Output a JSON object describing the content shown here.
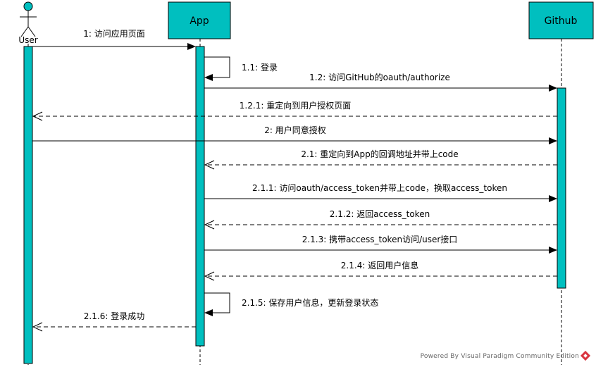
{
  "participants": {
    "user": "User",
    "app": "App",
    "github": "Github"
  },
  "messages": [
    {
      "label": "1: 访问应用页面"
    },
    {
      "label": "1.1: 登录"
    },
    {
      "label": "1.2: 访问GitHub的oauth/authorize"
    },
    {
      "label": "1.2.1: 重定向到用户授权页面"
    },
    {
      "label": "2: 用户同意授权"
    },
    {
      "label": "2.1: 重定向到App的回调地址并带上code"
    },
    {
      "label": "2.1.1: 访问oauth/access_token并带上code，换取access_token"
    },
    {
      "label": "2.1.2: 返回access_token"
    },
    {
      "label": "2.1.3: 携带access_token访问/user接口"
    },
    {
      "label": "2.1.4: 返回用户信息"
    },
    {
      "label": "2.1.5: 保存用户信息，更新登录状态"
    },
    {
      "label": "2.1.6: 登录成功"
    }
  ],
  "footer": "Powered By Visual Paradigm Community Edition",
  "colors": {
    "participant_fill": "#00BFBF",
    "stroke": "#000000",
    "background": "#ffffff",
    "footer_logo": "#d9343f"
  }
}
